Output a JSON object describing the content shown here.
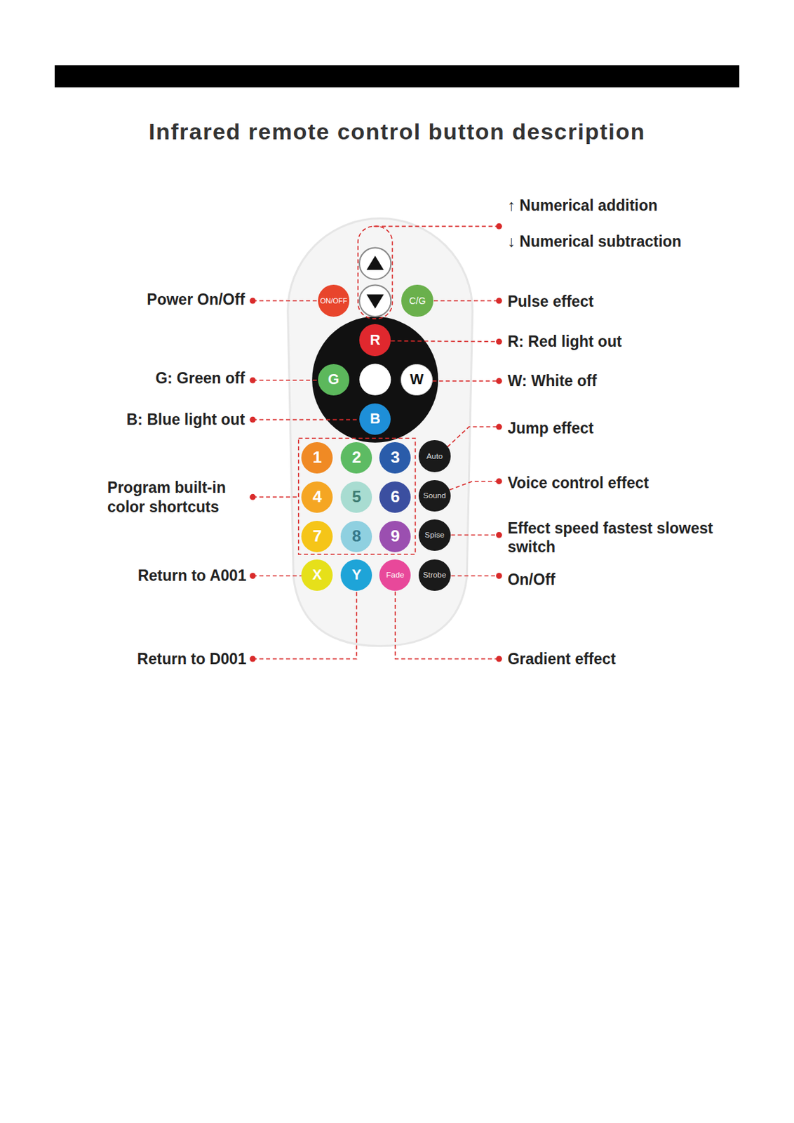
{
  "diagram": {
    "title": "Infrared remote control button description",
    "nodes": [
      {
        "text": [
          "ON/OFF"
        ]
      },
      {
        "text": [
          "C/G"
        ]
      },
      {
        "text": [
          "R"
        ]
      },
      {
        "text": [
          "G"
        ]
      },
      {
        "text": [
          "W"
        ]
      },
      {
        "text": [
          "B"
        ]
      },
      {
        "text": [
          "1"
        ]
      },
      {
        "text": [
          "2"
        ]
      },
      {
        "text": [
          "3"
        ]
      },
      {
        "text": [
          "Auto"
        ]
      },
      {
        "text": [
          "4"
        ]
      },
      {
        "text": [
          "5"
        ]
      },
      {
        "text": [
          "6"
        ]
      },
      {
        "text": [
          "Sound"
        ]
      },
      {
        "text": [
          "7"
        ]
      },
      {
        "text": [
          "8"
        ]
      },
      {
        "text": [
          "9"
        ]
      },
      {
        "text": [
          "Spise"
        ]
      },
      {
        "text": [
          "X"
        ]
      },
      {
        "text": [
          "Y"
        ]
      },
      {
        "text": [
          "Fade"
        ]
      },
      {
        "text": [
          "Strobe"
        ]
      }
    ],
    "labels": [
      "↑ Numerical addition",
      "↓ Numerical subtraction",
      "Power On/Off",
      "Pulse effect",
      "R: Red light out",
      "G: Green off",
      "W: White off",
      "B: Blue light out",
      "Jump effect",
      "Program built-in color shortcuts",
      "Voice control effect",
      "Effect speed fastest slowest switch",
      "Return to A001",
      "On/Off",
      "Return to D001",
      "Gradient effect"
    ]
  }
}
